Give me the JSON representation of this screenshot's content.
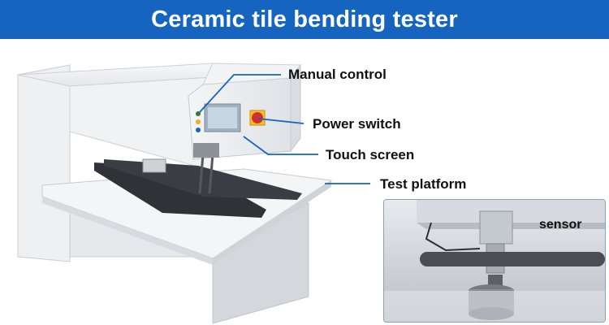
{
  "title": "Ceramic tile bending tester",
  "labels": {
    "manual_control": "Manual control",
    "power_switch": "Power switch",
    "touch_screen": "Touch screen",
    "test_platform": "Test platform",
    "sensor": "sensor"
  },
  "colors": {
    "banner": "#1565c0",
    "callout_line": "#1565c0",
    "machine_body": "#e9ebee",
    "emergency_button": "#d32f2f"
  }
}
